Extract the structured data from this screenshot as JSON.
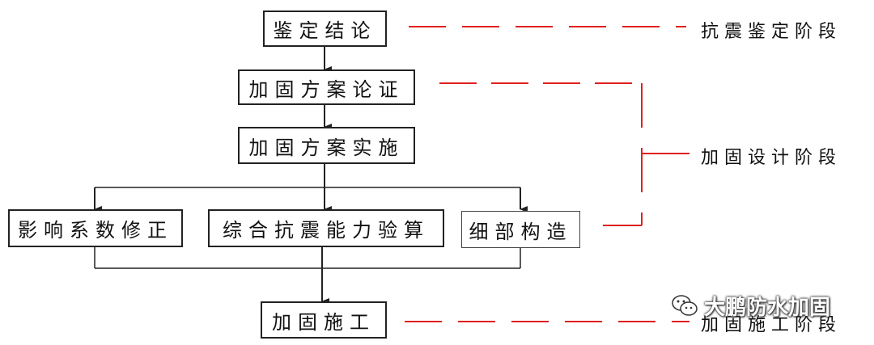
{
  "boxes": {
    "appraisal_conclusion": "鉴定结论",
    "scheme_demonstration": "加固方案论证",
    "scheme_implementation": "加固方案实施",
    "coefficient_correction": "影响系数修正",
    "seismic_checking": "综合抗震能力验算",
    "detail_construction": "细部构造",
    "construction": "加固施工"
  },
  "stages": {
    "seismic_appraisal": "抗震鉴定阶段",
    "design": "加固设计阶段",
    "construction": "加固施工阶段"
  },
  "watermark": {
    "text": "大鹏防水加固",
    "icon": "wechat-icon"
  },
  "colors": {
    "stage_line": "#e02020",
    "flow_line": "#222222"
  }
}
